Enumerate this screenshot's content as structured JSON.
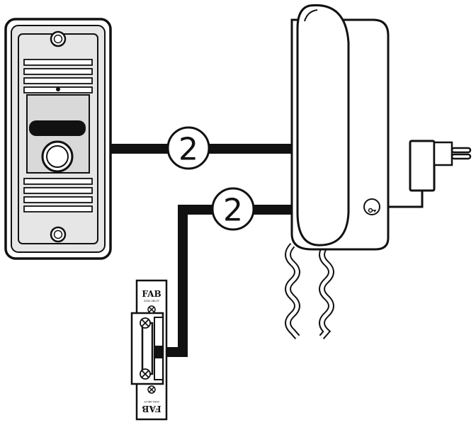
{
  "wire_labels": {
    "upper": "2",
    "lower": "2"
  },
  "lock": {
    "brand_top": "FAB",
    "brand_top_sub": "ASSA ABLOY",
    "brand_bottom": "FAB",
    "brand_bottom_sub": "ASSA ABLOY"
  },
  "colors": {
    "line": "#111111",
    "background": "#ffffff",
    "fill_light": "#e6e6e6",
    "fill_dark": "#111111"
  }
}
